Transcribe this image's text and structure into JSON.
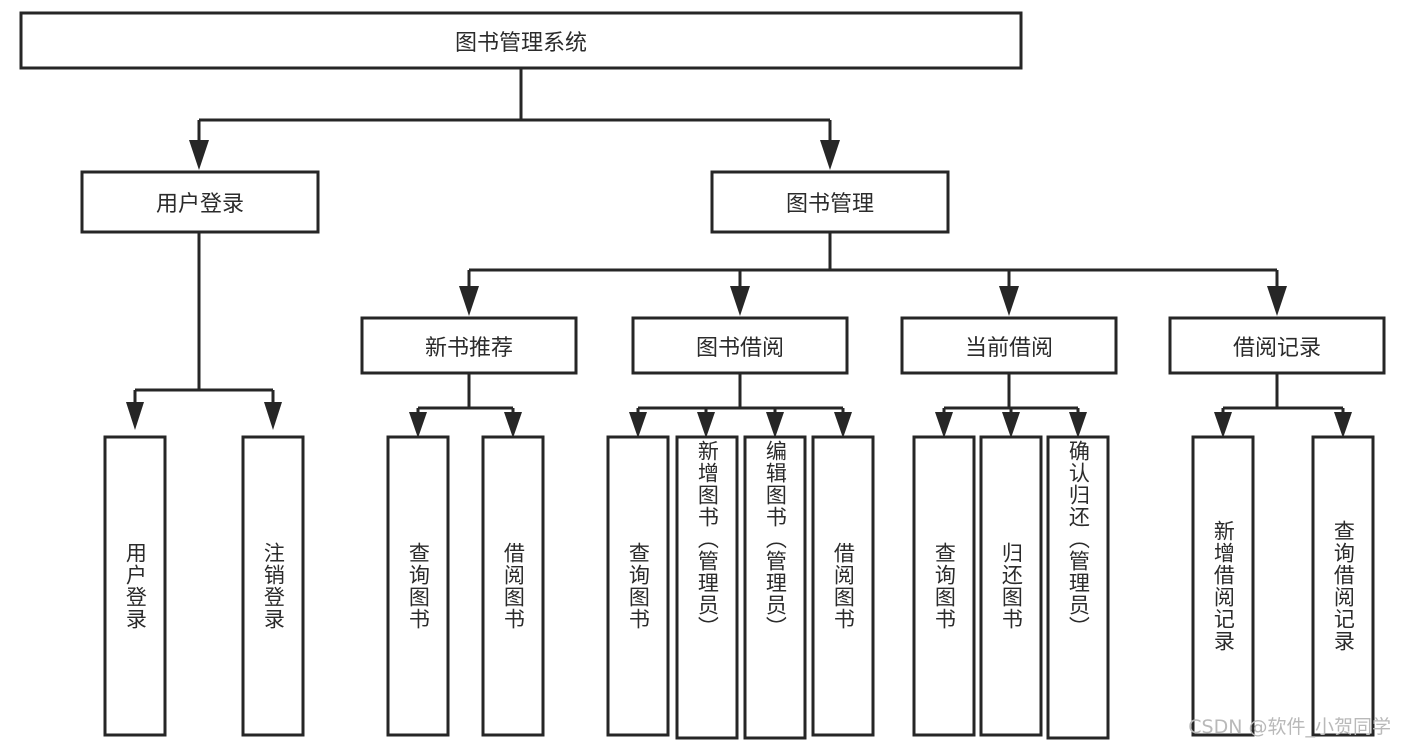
{
  "diagram": {
    "title": "图书管理系统",
    "type": "tree",
    "root": {
      "label": "图书管理系统",
      "level": 0
    },
    "level1": [
      {
        "label": "用户登录"
      },
      {
        "label": "图书管理"
      }
    ],
    "level2": [
      {
        "label": "新书推荐",
        "parent": "图书管理"
      },
      {
        "label": "图书借阅",
        "parent": "图书管理"
      },
      {
        "label": "当前借阅",
        "parent": "图书管理"
      },
      {
        "label": "借阅记录",
        "parent": "图书管理"
      }
    ],
    "leaves": {
      "user_login": [
        {
          "label": "用户登录"
        },
        {
          "label": "注销登录"
        }
      ],
      "new_book_recommend": [
        {
          "label": "查询图书"
        },
        {
          "label": "借阅图书"
        }
      ],
      "book_borrow": [
        {
          "label": "查询图书"
        },
        {
          "label": "新增图书（管理员）"
        },
        {
          "label": "编辑图书（管理员）"
        },
        {
          "label": "借阅图书"
        }
      ],
      "current_borrow": [
        {
          "label": "查询图书"
        },
        {
          "label": "归还图书"
        },
        {
          "label": "确认归还（管理员）"
        }
      ],
      "borrow_record": [
        {
          "label": "新增借阅记录"
        },
        {
          "label": "查询借阅记录"
        }
      ]
    }
  },
  "watermark": {
    "text": "CSDN @软件_小贺同学"
  },
  "colors": {
    "stroke": "#262626",
    "box_fill": "#ffffff",
    "text": "#2b2b2b",
    "background": "#ffffff",
    "watermark": "#b9b9b9"
  }
}
